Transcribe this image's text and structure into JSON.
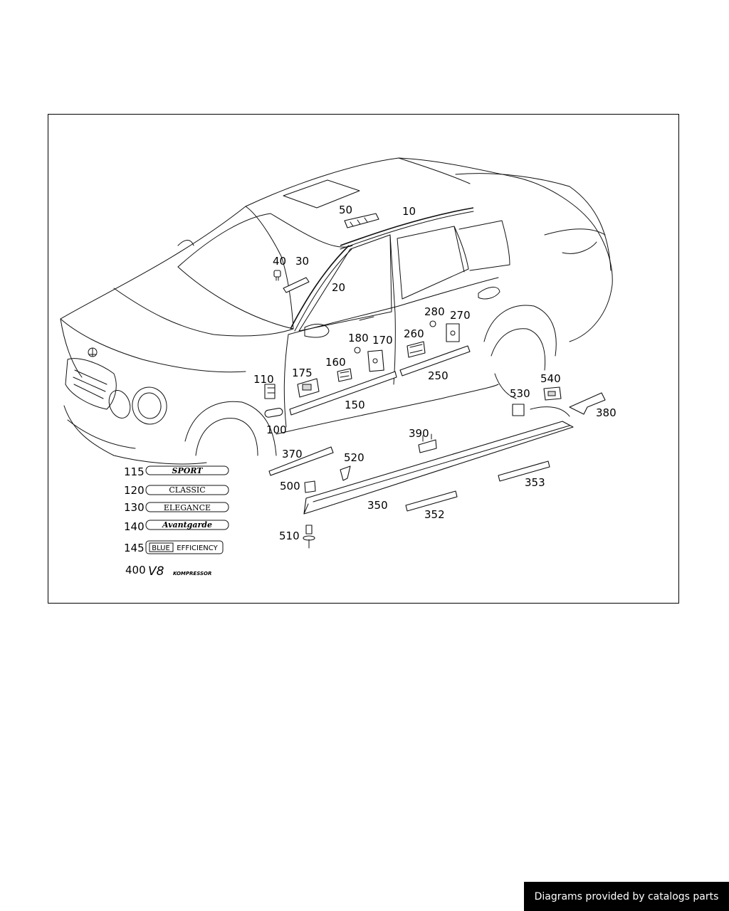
{
  "callouts": {
    "c10": "10",
    "c20": "20",
    "c30": "30",
    "c40": "40",
    "c50": "50",
    "c100": "100",
    "c110": "110",
    "c115": "115",
    "c120": "120",
    "c130": "130",
    "c140": "140",
    "c145": "145",
    "c150": "150",
    "c160": "160",
    "c170": "170",
    "c175": "175",
    "c180": "180",
    "c250": "250",
    "c260": "260",
    "c270": "270",
    "c280": "280",
    "c350": "350",
    "c352": "352",
    "c353": "353",
    "c370": "370",
    "c380": "380",
    "c390": "390",
    "c400": "400",
    "c500": "500",
    "c510": "510",
    "c520": "520",
    "c530": "530",
    "c540": "540"
  },
  "badges": {
    "sport": "SPORT",
    "classic": "CLASSIC",
    "elegance": "ELEGANCE",
    "avantgarde": "Avantgarde",
    "blue": "BLUE",
    "efficiency": "EFFICIENCY",
    "v8": "V8",
    "kompressor": "KOMPRESSOR"
  },
  "footer": {
    "credit": "Diagrams provided by catalogs parts"
  }
}
